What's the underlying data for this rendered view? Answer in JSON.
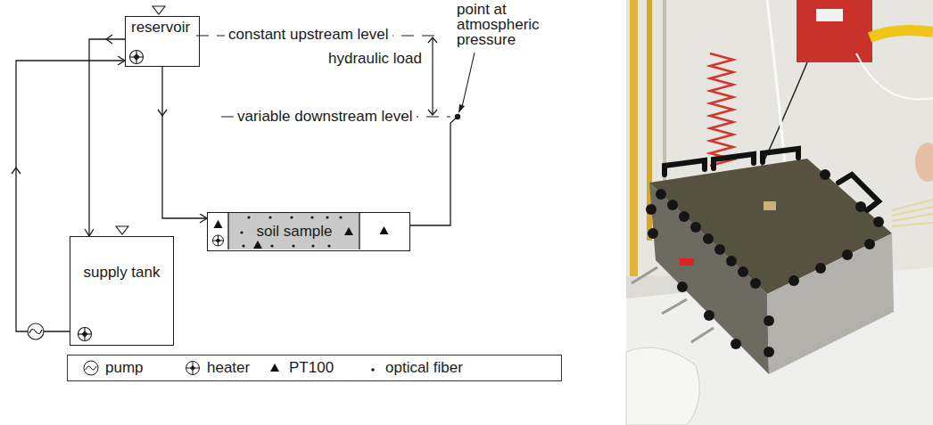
{
  "diagram": {
    "nodes": [
      {
        "text": [
          "reservoir"
        ]
      },
      {
        "text": [
          "soil sample"
        ]
      },
      {
        "text": [
          "supply tank"
        ]
      }
    ],
    "edges": [
      {
        "from": 2,
        "to": 0,
        "arrow": "to"
      },
      {
        "from": 0,
        "to": 2,
        "arrow": "to"
      },
      {
        "from": 0,
        "to": 1,
        "arrow": "to"
      }
    ],
    "labels": [
      "constant upstream level",
      "hydraulic load",
      "variable downstream level",
      "point at atmospheric pressure"
    ],
    "legend": [
      {
        "text": "pump"
      },
      {
        "text": "heater"
      },
      {
        "text": "PT100"
      },
      {
        "text": "optical fiber"
      }
    ]
  }
}
